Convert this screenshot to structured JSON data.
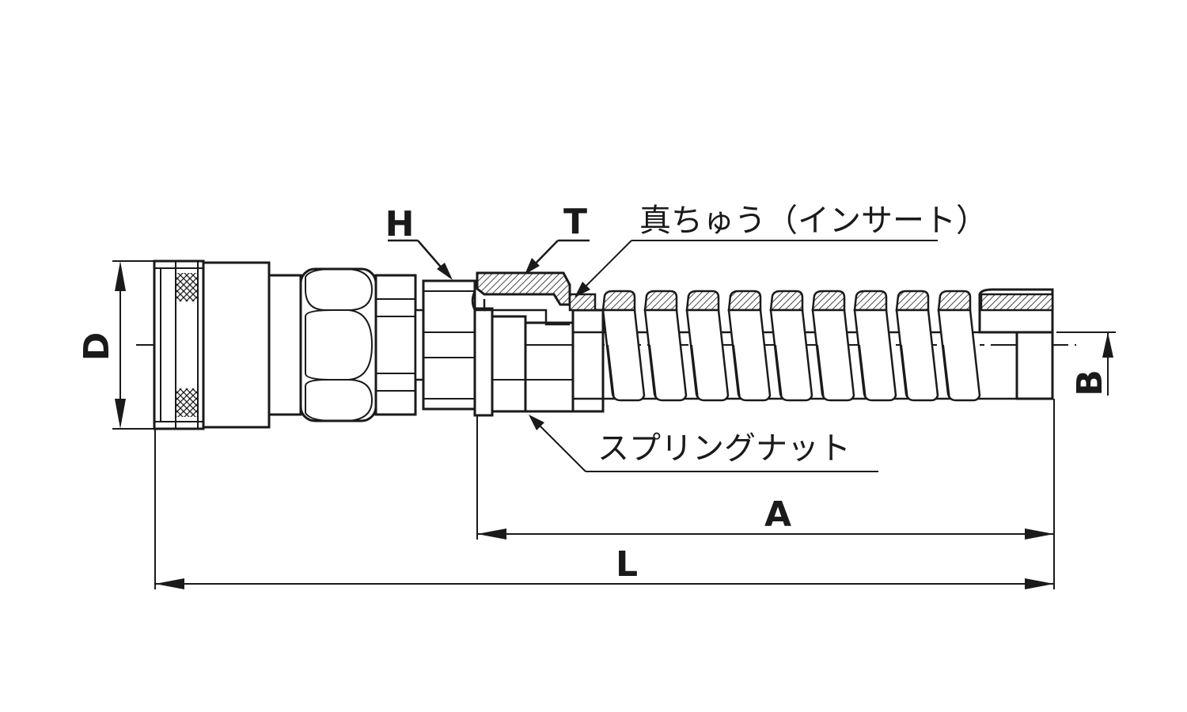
{
  "colors": {
    "line": "#1a1a1a",
    "background": "#ffffff"
  },
  "dimensions": {
    "D": "D",
    "H": "H",
    "T": "T",
    "A": "A",
    "L": "L",
    "B": "B"
  },
  "callouts": {
    "insert": "真ちゅう（インサート）",
    "spring_nut": "スプリングナット"
  }
}
